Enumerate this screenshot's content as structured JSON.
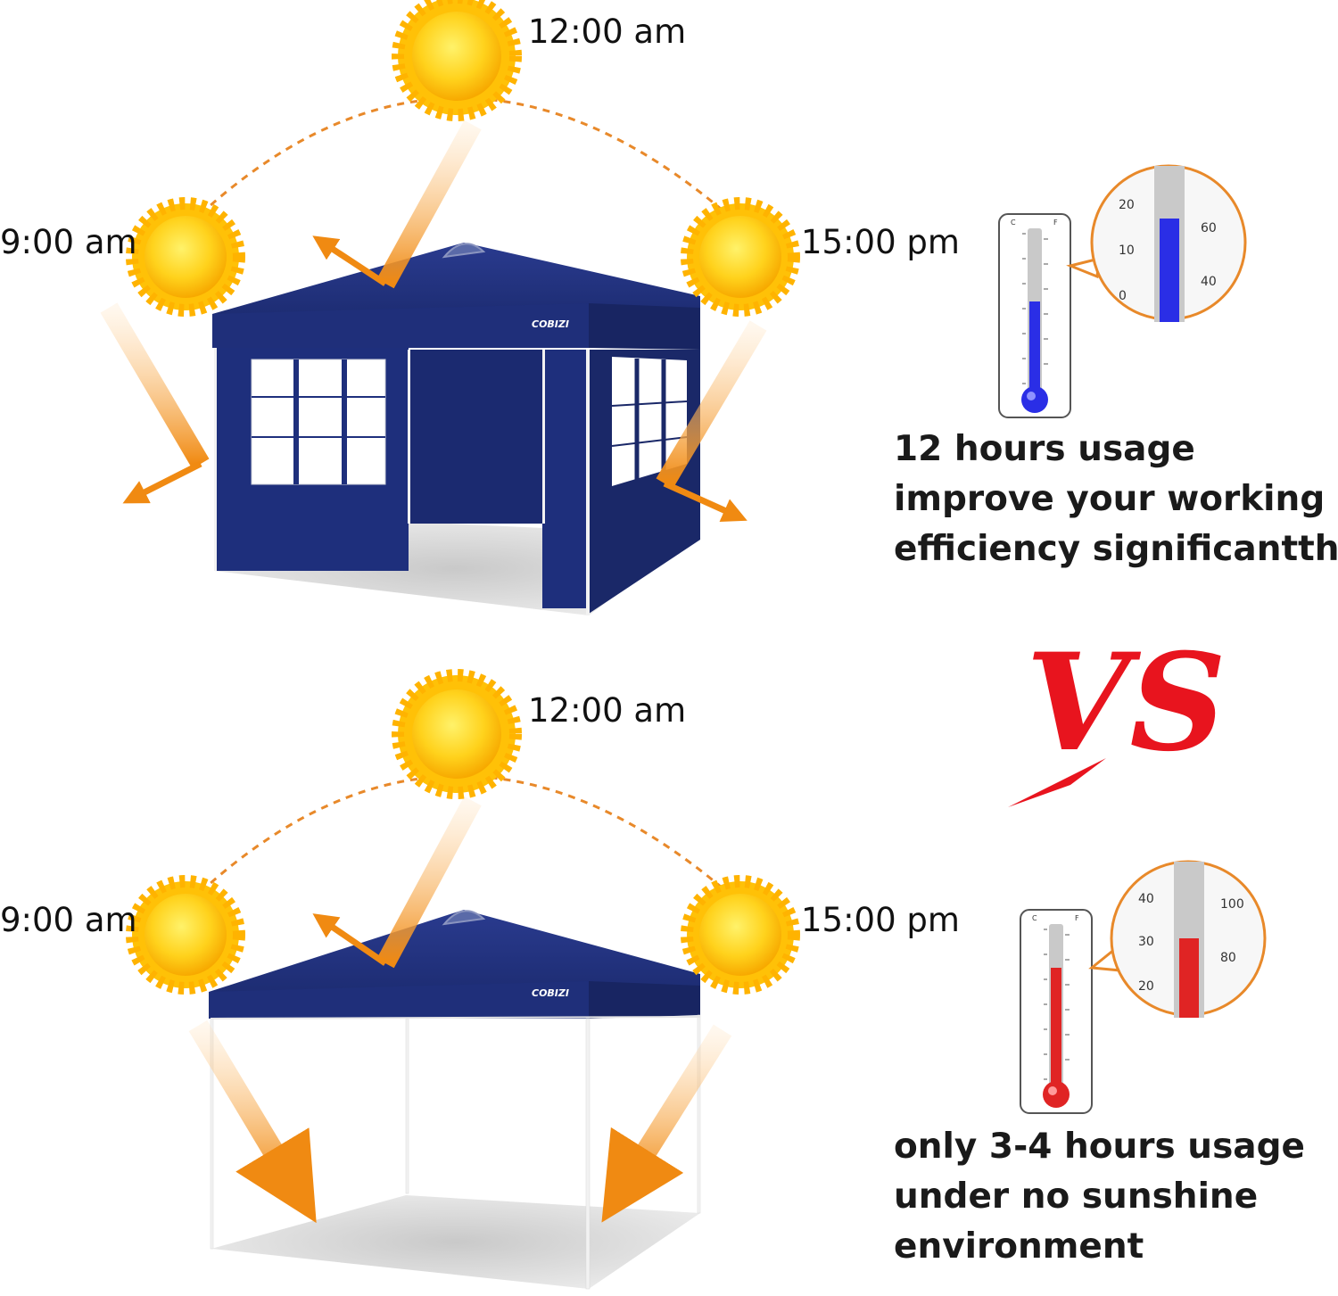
{
  "scenes": [
    {
      "name": "with-sidewalls",
      "times": {
        "morning": "9:00 am",
        "noon": "12:00 am",
        "afternoon": "15:00 pm"
      },
      "caption": [
        "12 hours usage",
        "improve your working",
        "efficiency significantthy"
      ],
      "thermometer": {
        "color": "#2a2ee6",
        "units": [
          "C",
          "F"
        ],
        "zoom_labels_c": [
          "20",
          "10",
          "0"
        ],
        "zoom_labels_f": [
          "60",
          "40"
        ]
      }
    },
    {
      "name": "without-sidewalls",
      "times": {
        "morning": "9:00 am",
        "noon": "12:00 am",
        "afternoon": "15:00 pm"
      },
      "caption": [
        "only 3-4 hours usage",
        "under no sunshine",
        "environment"
      ],
      "thermometer": {
        "color": "#e02424",
        "units": [
          "C",
          "F"
        ],
        "zoom_labels_c": [
          "40",
          "30",
          "20"
        ],
        "zoom_labels_f": [
          "100",
          "80"
        ]
      }
    }
  ],
  "brand": "COBIZI",
  "vs_label": "VS",
  "colors": {
    "canopy": "#1d2d78",
    "sun": "#ffcf1a",
    "arrow": "#f08a12",
    "arc": "#e8892a"
  }
}
